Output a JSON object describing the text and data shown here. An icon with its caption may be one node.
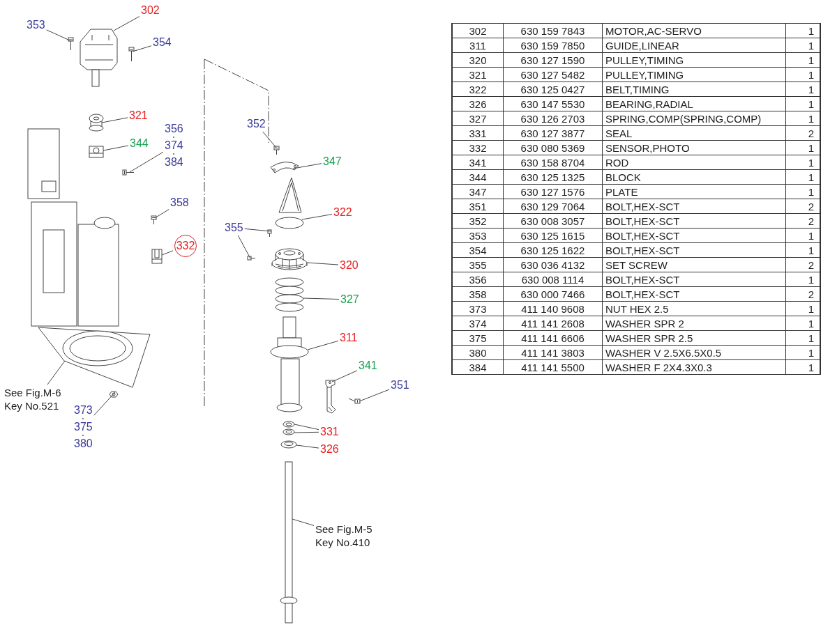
{
  "diagram": {
    "nodes": [
      {
        "text": [
          "302"
        ]
      },
      {
        "text": [
          "353"
        ]
      },
      {
        "text": [
          "354"
        ]
      },
      {
        "text": [
          "321"
        ]
      },
      {
        "text": [
          "344"
        ]
      },
      {
        "text": [
          "356",
          "374",
          "384"
        ]
      },
      {
        "text": [
          "358"
        ]
      },
      {
        "text": [
          "332"
        ]
      },
      {
        "text": [
          "See Fig.M-6 Key No.521"
        ]
      },
      {
        "text": [
          "373",
          "375",
          "380"
        ]
      },
      {
        "text": [
          "352"
        ]
      },
      {
        "text": [
          "347"
        ]
      },
      {
        "text": [
          "322"
        ]
      },
      {
        "text": [
          "355"
        ]
      },
      {
        "text": [
          "320"
        ]
      },
      {
        "text": [
          "327"
        ]
      },
      {
        "text": [
          "311"
        ]
      },
      {
        "text": [
          "341"
        ]
      },
      {
        "text": [
          "351"
        ]
      },
      {
        "text": [
          "331"
        ]
      },
      {
        "text": [
          "326"
        ]
      },
      {
        "text": [
          "See Fig.M-5 Key No.410"
        ]
      },
      {
        "text": [],
        "shape": "picture"
      },
      {
        "text": [],
        "shape": "picture"
      },
      {
        "text": [],
        "shape": "picture"
      },
      {
        "text": [],
        "shape": "picture"
      },
      {
        "text": [],
        "shape": "picture"
      },
      {
        "text": [],
        "shape": "picture"
      },
      {
        "text": [],
        "shape": "picture"
      },
      {
        "text": [],
        "shape": "picture"
      },
      {
        "text": [],
        "shape": "picture"
      },
      {
        "text": [],
        "shape": "picture"
      },
      {
        "text": [],
        "shape": "picture"
      },
      {
        "text": [],
        "shape": "picture"
      },
      {
        "text": [],
        "shape": "picture"
      },
      {
        "text": [],
        "shape": "picture"
      },
      {
        "text": [],
        "shape": "picture"
      },
      {
        "text": [],
        "shape": "picture"
      },
      {
        "text": [],
        "shape": "picture"
      },
      {
        "text": [],
        "shape": "picture"
      },
      {
        "text": [],
        "shape": "picture"
      },
      {
        "text": [],
        "shape": "picture"
      },
      {
        "text": [],
        "shape": "picture"
      },
      {
        "text": [],
        "shape": "picture"
      },
      {
        "text": [],
        "shape": "picture"
      },
      {
        "text": [],
        "shape": "picture"
      }
    ],
    "edges": [
      {
        "from": 0,
        "to": 22,
        "arrow": "none"
      },
      {
        "from": 1,
        "to": 23,
        "arrow": "none"
      },
      {
        "from": 2,
        "to": 24,
        "arrow": "none"
      },
      {
        "from": 3,
        "to": 25,
        "arrow": "none"
      },
      {
        "from": 4,
        "to": 26,
        "arrow": "none"
      },
      {
        "from": 5,
        "to": 27,
        "arrow": "none"
      },
      {
        "from": 6,
        "to": 28,
        "arrow": "none"
      },
      {
        "from": 7,
        "to": 29,
        "arrow": "none"
      },
      {
        "from": 8,
        "to": 30,
        "arrow": "none"
      },
      {
        "from": 9,
        "to": 31,
        "arrow": "none"
      },
      {
        "from": 10,
        "to": 32,
        "arrow": "none"
      },
      {
        "from": 11,
        "to": 33,
        "arrow": "none"
      },
      {
        "from": 12,
        "to": 34,
        "arrow": "none"
      },
      {
        "from": 13,
        "to": 35,
        "arrow": "none"
      },
      {
        "from": 13,
        "to": 36,
        "arrow": "none"
      },
      {
        "from": 14,
        "to": 37,
        "arrow": "none"
      },
      {
        "from": 15,
        "to": 38,
        "arrow": "none"
      },
      {
        "from": 16,
        "to": 39,
        "arrow": "none"
      },
      {
        "from": 17,
        "to": 40,
        "arrow": "none"
      },
      {
        "from": 18,
        "to": 41,
        "arrow": "none"
      },
      {
        "from": 19,
        "to": 42,
        "arrow": "none"
      },
      {
        "from": 19,
        "to": 43,
        "arrow": "none"
      },
      {
        "from": 20,
        "to": 44,
        "arrow": "none"
      },
      {
        "from": 21,
        "to": 45,
        "arrow": "none"
      }
    ],
    "labels": [
      "302",
      "630 159 7843",
      "MOTOR,AC-SERVO",
      "1",
      "311",
      "630 159 7850",
      "GUIDE,LINEAR",
      "1",
      "320",
      "630 127 1590",
      "PULLEY,TIMING",
      "1",
      "321",
      "630 127 5482",
      "PULLEY,TIMING",
      "1",
      "322",
      "630 125 0427",
      "BELT,TIMING",
      "1",
      "326",
      "630 147 5530",
      "BEARING,RADIAL",
      "1",
      "327",
      "630 126 2703",
      "SPRING,COMP(SPRING,COMP)",
      "1",
      "331",
      "630 127 3877",
      "SEAL",
      "2",
      "332",
      "630 080 5369",
      "SENSOR,PHOTO",
      "1",
      "341",
      "630 158 8704",
      "ROD",
      "1",
      "344",
      "630 125 1325",
      "BLOCK",
      "1",
      "347",
      "630 127 1576",
      "PLATE",
      "1",
      "351",
      "630 129 7064",
      "BOLT,HEX-SCT",
      "2",
      "352",
      "630 008 3057",
      "BOLT,HEX-SCT",
      "2",
      "353",
      "630 125 1615",
      "BOLT,HEX-SCT",
      "1",
      "354",
      "630 125 1622",
      "BOLT,HEX-SCT",
      "1",
      "355",
      "630 036 4132",
      "SET SCREW",
      "2",
      "356",
      "630 008 1114",
      "BOLT,HEX-SCT",
      "1",
      "358",
      "630 000 7466",
      "BOLT,HEX-SCT",
      "2",
      "373",
      "411 140 9608",
      "NUT HEX 2.5",
      "1",
      "374",
      "411 141 2608",
      "WASHER SPR 2",
      "1",
      "375",
      "411 141 6606",
      "WASHER SPR 2.5",
      "1",
      "380",
      "411 141 3803",
      "WASHER V 2.5X6.5X0.5",
      "1",
      "384",
      "411 141 5500",
      "WASHER F 2X4.3X0.3",
      "1"
    ]
  }
}
